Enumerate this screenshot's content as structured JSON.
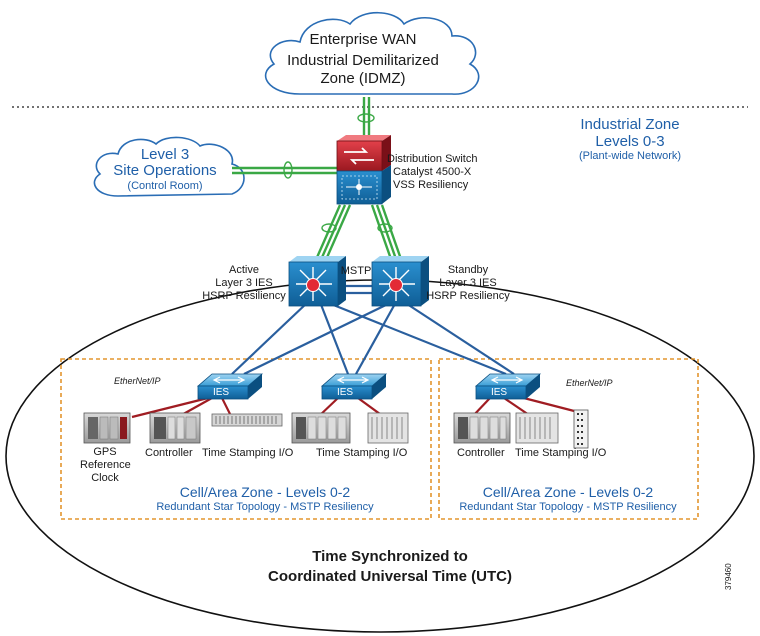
{
  "wan": {
    "line1": "Enterprise WAN",
    "line2": "Industrial Demilitarized",
    "line3": "Zone (IDMZ)"
  },
  "industrial_zone": {
    "title": "Industrial Zone",
    "levels": "Levels 0-3",
    "sub": "(Plant-wide Network)"
  },
  "level3": {
    "line1": "Level 3",
    "line2": "Site Operations",
    "sub": "(Control Room)"
  },
  "distribution": {
    "line1": "Distribution Switch",
    "line2": "Catalyst 4500-X",
    "line3": "VSS Resiliency"
  },
  "active": {
    "line1": "Active",
    "line2": "Layer 3 IES",
    "line3": "HSRP Resiliency"
  },
  "standby": {
    "line1": "Standby",
    "line2": "Layer 3 IES",
    "line3": "HSRP Resiliency"
  },
  "mstp": "MSTP",
  "ies_label": "IES",
  "ethernet_ip": "EtherNet/IP",
  "devices": {
    "gps": {
      "line1": "GPS",
      "line2": "Reference",
      "line3": "Clock"
    },
    "controller": "Controller",
    "time_stamping": "Time Stamping I/O"
  },
  "cell_zone": {
    "title": "Cell/Area Zone - Levels 0-2",
    "sub": "Redundant Star Topology - MSTP Resiliency"
  },
  "footer": {
    "line1": "Time Synchronized to",
    "line2": "Coordinated Universal Time (UTC)"
  },
  "figure_id": "379460",
  "colors": {
    "cloud": "#2a6db5",
    "link_green": "#3aa845",
    "link_blue": "#2a5f9e",
    "link_red": "#a01c22",
    "cell_border": "#e3952f",
    "switch_blue": "#1c8ac9"
  }
}
